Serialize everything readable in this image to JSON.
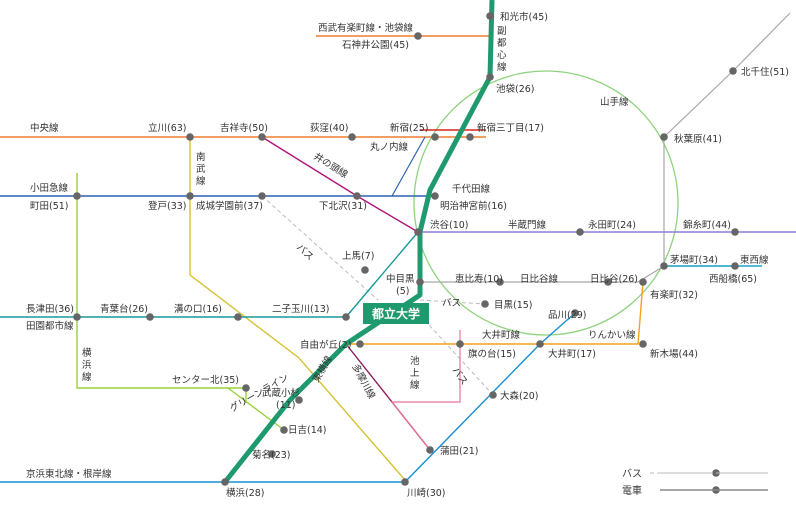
{
  "colors": {
    "fukutoshin": "#1f9a6e",
    "toyoko": "#1f9a6e",
    "yamanote": "#8fd37e",
    "chuo": "#f07d2e",
    "seibu": "#f07d2e",
    "marunouchi": "#d9241b",
    "inokashira": "#b2147a",
    "odakyu": "#2f62b0",
    "hanzomon": "#8c7fd6",
    "nanbu": "#d4c233",
    "denentoshi": "#1a9a9a",
    "yokohama": "#9ad13a",
    "keihin": "#1a8fd1",
    "oimachi": "#f5a01a",
    "tamagawa": "#8b1f5c",
    "ikegami": "#e8739b",
    "tozai": "#1aa5c8",
    "gray": "#a8a8a8",
    "station": "#666666",
    "bus": "#bbbbbb"
  },
  "campus": {
    "label": "都立大学"
  },
  "stations": [
    {
      "id": "wako",
      "label": "和光市(45)"
    },
    {
      "id": "ishigami",
      "label": "石神井公園(45)"
    },
    {
      "id": "ikebukuro",
      "label": "池袋(26)"
    },
    {
      "id": "kitasenju",
      "label": "北千住(51)"
    },
    {
      "id": "tachikawa",
      "label": "立川(63)"
    },
    {
      "id": "kichijoji",
      "label": "吉祥寺(50)"
    },
    {
      "id": "ogikubo",
      "label": "荻窪(40)"
    },
    {
      "id": "shinjuku",
      "label": "新宿(25)"
    },
    {
      "id": "shinjuku3",
      "label": "新宿三丁目(17)"
    },
    {
      "id": "akihabara",
      "label": "秋葉原(41)"
    },
    {
      "id": "odakyu_jct",
      "label": "小田急線"
    },
    {
      "id": "machida",
      "label": "町田(51)"
    },
    {
      "id": "noborito",
      "label": "登戸(33)"
    },
    {
      "id": "seijo",
      "label": "成城学園前(37)"
    },
    {
      "id": "shimokita",
      "label": "下北沢(31)"
    },
    {
      "id": "meiji",
      "label": "明治神宮前(16)"
    },
    {
      "id": "shibuya",
      "label": "渋谷(10)"
    },
    {
      "id": "nagatacho",
      "label": "永田町(24)"
    },
    {
      "id": "kinshicho",
      "label": "錦糸町(44)"
    },
    {
      "id": "kamiuma",
      "label": "上馬(7)"
    },
    {
      "id": "nakameguro",
      "label": "中目黒"
    },
    {
      "id": "nakameguro_min",
      "label": "(5)"
    },
    {
      "id": "ebisu",
      "label": "恵比寿(10)"
    },
    {
      "id": "hibiya_line",
      "label": "日比谷線"
    },
    {
      "id": "hibiya",
      "label": "日比谷(26)"
    },
    {
      "id": "kibacho",
      "label": "茅場町(34)"
    },
    {
      "id": "tozai_line",
      "label": "東西線"
    },
    {
      "id": "nishifuna",
      "label": "西船橋(65)"
    },
    {
      "id": "yurakucho",
      "label": "有楽町(32)"
    },
    {
      "id": "nagatsuta",
      "label": "長津田(36)"
    },
    {
      "id": "denen_line",
      "label": "田園都市線"
    },
    {
      "id": "aobadai",
      "label": "青葉台(26)"
    },
    {
      "id": "mizonokuchi",
      "label": "溝の口(16)"
    },
    {
      "id": "futako",
      "label": "二子玉川(13)"
    },
    {
      "id": "meguro",
      "label": "目黒(15)"
    },
    {
      "id": "shinagawa",
      "label": "品川(29)"
    },
    {
      "id": "jiyugaoka",
      "label": "自由が丘(2)"
    },
    {
      "id": "oimachi_line",
      "label": "大井町線"
    },
    {
      "id": "hatanodai",
      "label": "旗の台(15)"
    },
    {
      "id": "oimachi",
      "label": "大井町(17)"
    },
    {
      "id": "rinkai",
      "label": "りんかい線"
    },
    {
      "id": "shinkiba",
      "label": "新木場(44)"
    },
    {
      "id": "center",
      "label": "センター北(35)"
    },
    {
      "id": "kosugi",
      "label": "武蔵小杉"
    },
    {
      "id": "kosugi_min",
      "label": "(11)"
    },
    {
      "id": "hiyoshi",
      "label": "日吉(14)"
    },
    {
      "id": "kikuna",
      "label": "菊名(23)"
    },
    {
      "id": "omori",
      "label": "大森(20)"
    },
    {
      "id": "kamata",
      "label": "蒲田(21)"
    },
    {
      "id": "keihin_line",
      "label": "京浜東北線・根岸線"
    },
    {
      "id": "yokohama",
      "label": "横浜(28)"
    },
    {
      "id": "kawasaki",
      "label": "川崎(30)"
    }
  ],
  "line_labels": [
    {
      "id": "seibu",
      "label": "西武有楽町線・池袋線"
    },
    {
      "id": "fukutoshin",
      "label": "副都心線"
    },
    {
      "id": "yamanote",
      "label": "山手線"
    },
    {
      "id": "chuo",
      "label": "中央線"
    },
    {
      "id": "nanbu",
      "label": "南武線"
    },
    {
      "id": "marunouchi",
      "label": "丸ノ内線"
    },
    {
      "id": "inokashira",
      "label": "井の頭線"
    },
    {
      "id": "chiyoda",
      "label": "千代田線"
    },
    {
      "id": "hanzomon",
      "label": "半蔵門線"
    },
    {
      "id": "bus1",
      "label": "バス"
    },
    {
      "id": "bus2",
      "label": "バス"
    },
    {
      "id": "bus3",
      "label": "バス"
    },
    {
      "id": "yokohama",
      "label": "横浜線"
    },
    {
      "id": "green",
      "label": "グリーンライン"
    },
    {
      "id": "toyoko",
      "label": "東横線"
    },
    {
      "id": "tamagawa",
      "label": "多摩川線"
    },
    {
      "id": "ikegami",
      "label": "池上線"
    }
  ],
  "legend": {
    "bus": "バス",
    "train": "電車"
  }
}
